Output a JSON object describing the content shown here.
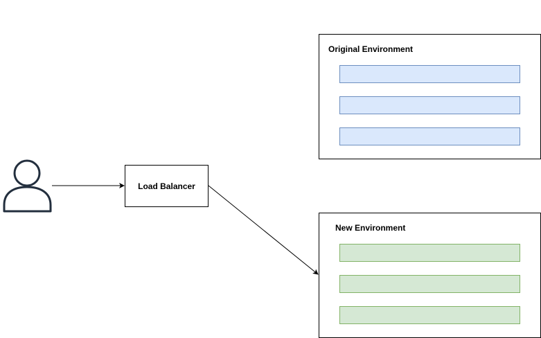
{
  "diagram": {
    "user": {
      "icon": "user-icon"
    },
    "load_balancer": {
      "label": "Load Balancer"
    },
    "environments": [
      {
        "id": "original",
        "title": "Original Environment",
        "instance_color": "#dae8fc",
        "instance_border": "#6c8ebf",
        "instances": 3
      },
      {
        "id": "new",
        "title": "New Environment",
        "instance_color": "#d5e8d4",
        "instance_border": "#82b366",
        "instances": 3
      }
    ],
    "connections": [
      {
        "from": "user",
        "to": "load_balancer"
      },
      {
        "from": "load_balancer",
        "to": "new"
      }
    ]
  }
}
